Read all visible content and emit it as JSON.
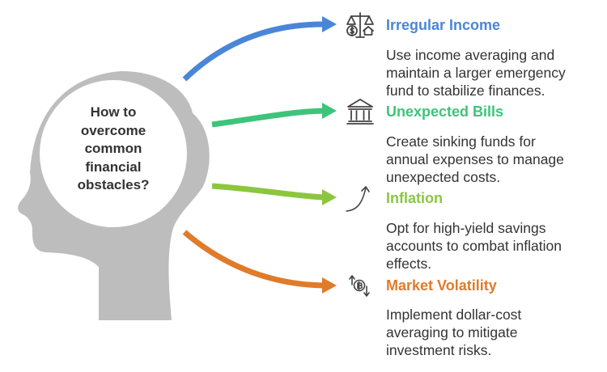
{
  "center": {
    "lines": [
      "How to",
      "overcome",
      "common",
      "financial",
      "obstacles?"
    ]
  },
  "colors": {
    "head": "#bdbdbd",
    "center_circle": "#ffffff",
    "text": "#333333",
    "icon": "#444444"
  },
  "items": [
    {
      "title": "Irregular Income",
      "color": "#4a86d8",
      "icon": "scale-dollar-home-icon",
      "lines": [
        "Use income averaging and",
        "maintain a larger emergency",
        "fund to stabilize finances."
      ]
    },
    {
      "title": "Unexpected Bills",
      "color": "#3ec47a",
      "icon": "bank-building-icon",
      "lines": [
        "Create sinking funds for",
        "annual expenses to manage",
        "unexpected costs."
      ]
    },
    {
      "title": "Inflation",
      "color": "#8cc63f",
      "icon": "rising-arrow-icon",
      "lines": [
        "Opt for high-yield savings",
        "accounts to combat inflation",
        "effects."
      ]
    },
    {
      "title": "Market Volatility",
      "color": "#e07b2a",
      "icon": "coin-exchange-icon",
      "lines": [
        "Implement dollar-cost",
        "averaging to mitigate",
        "investment risks."
      ]
    }
  ]
}
